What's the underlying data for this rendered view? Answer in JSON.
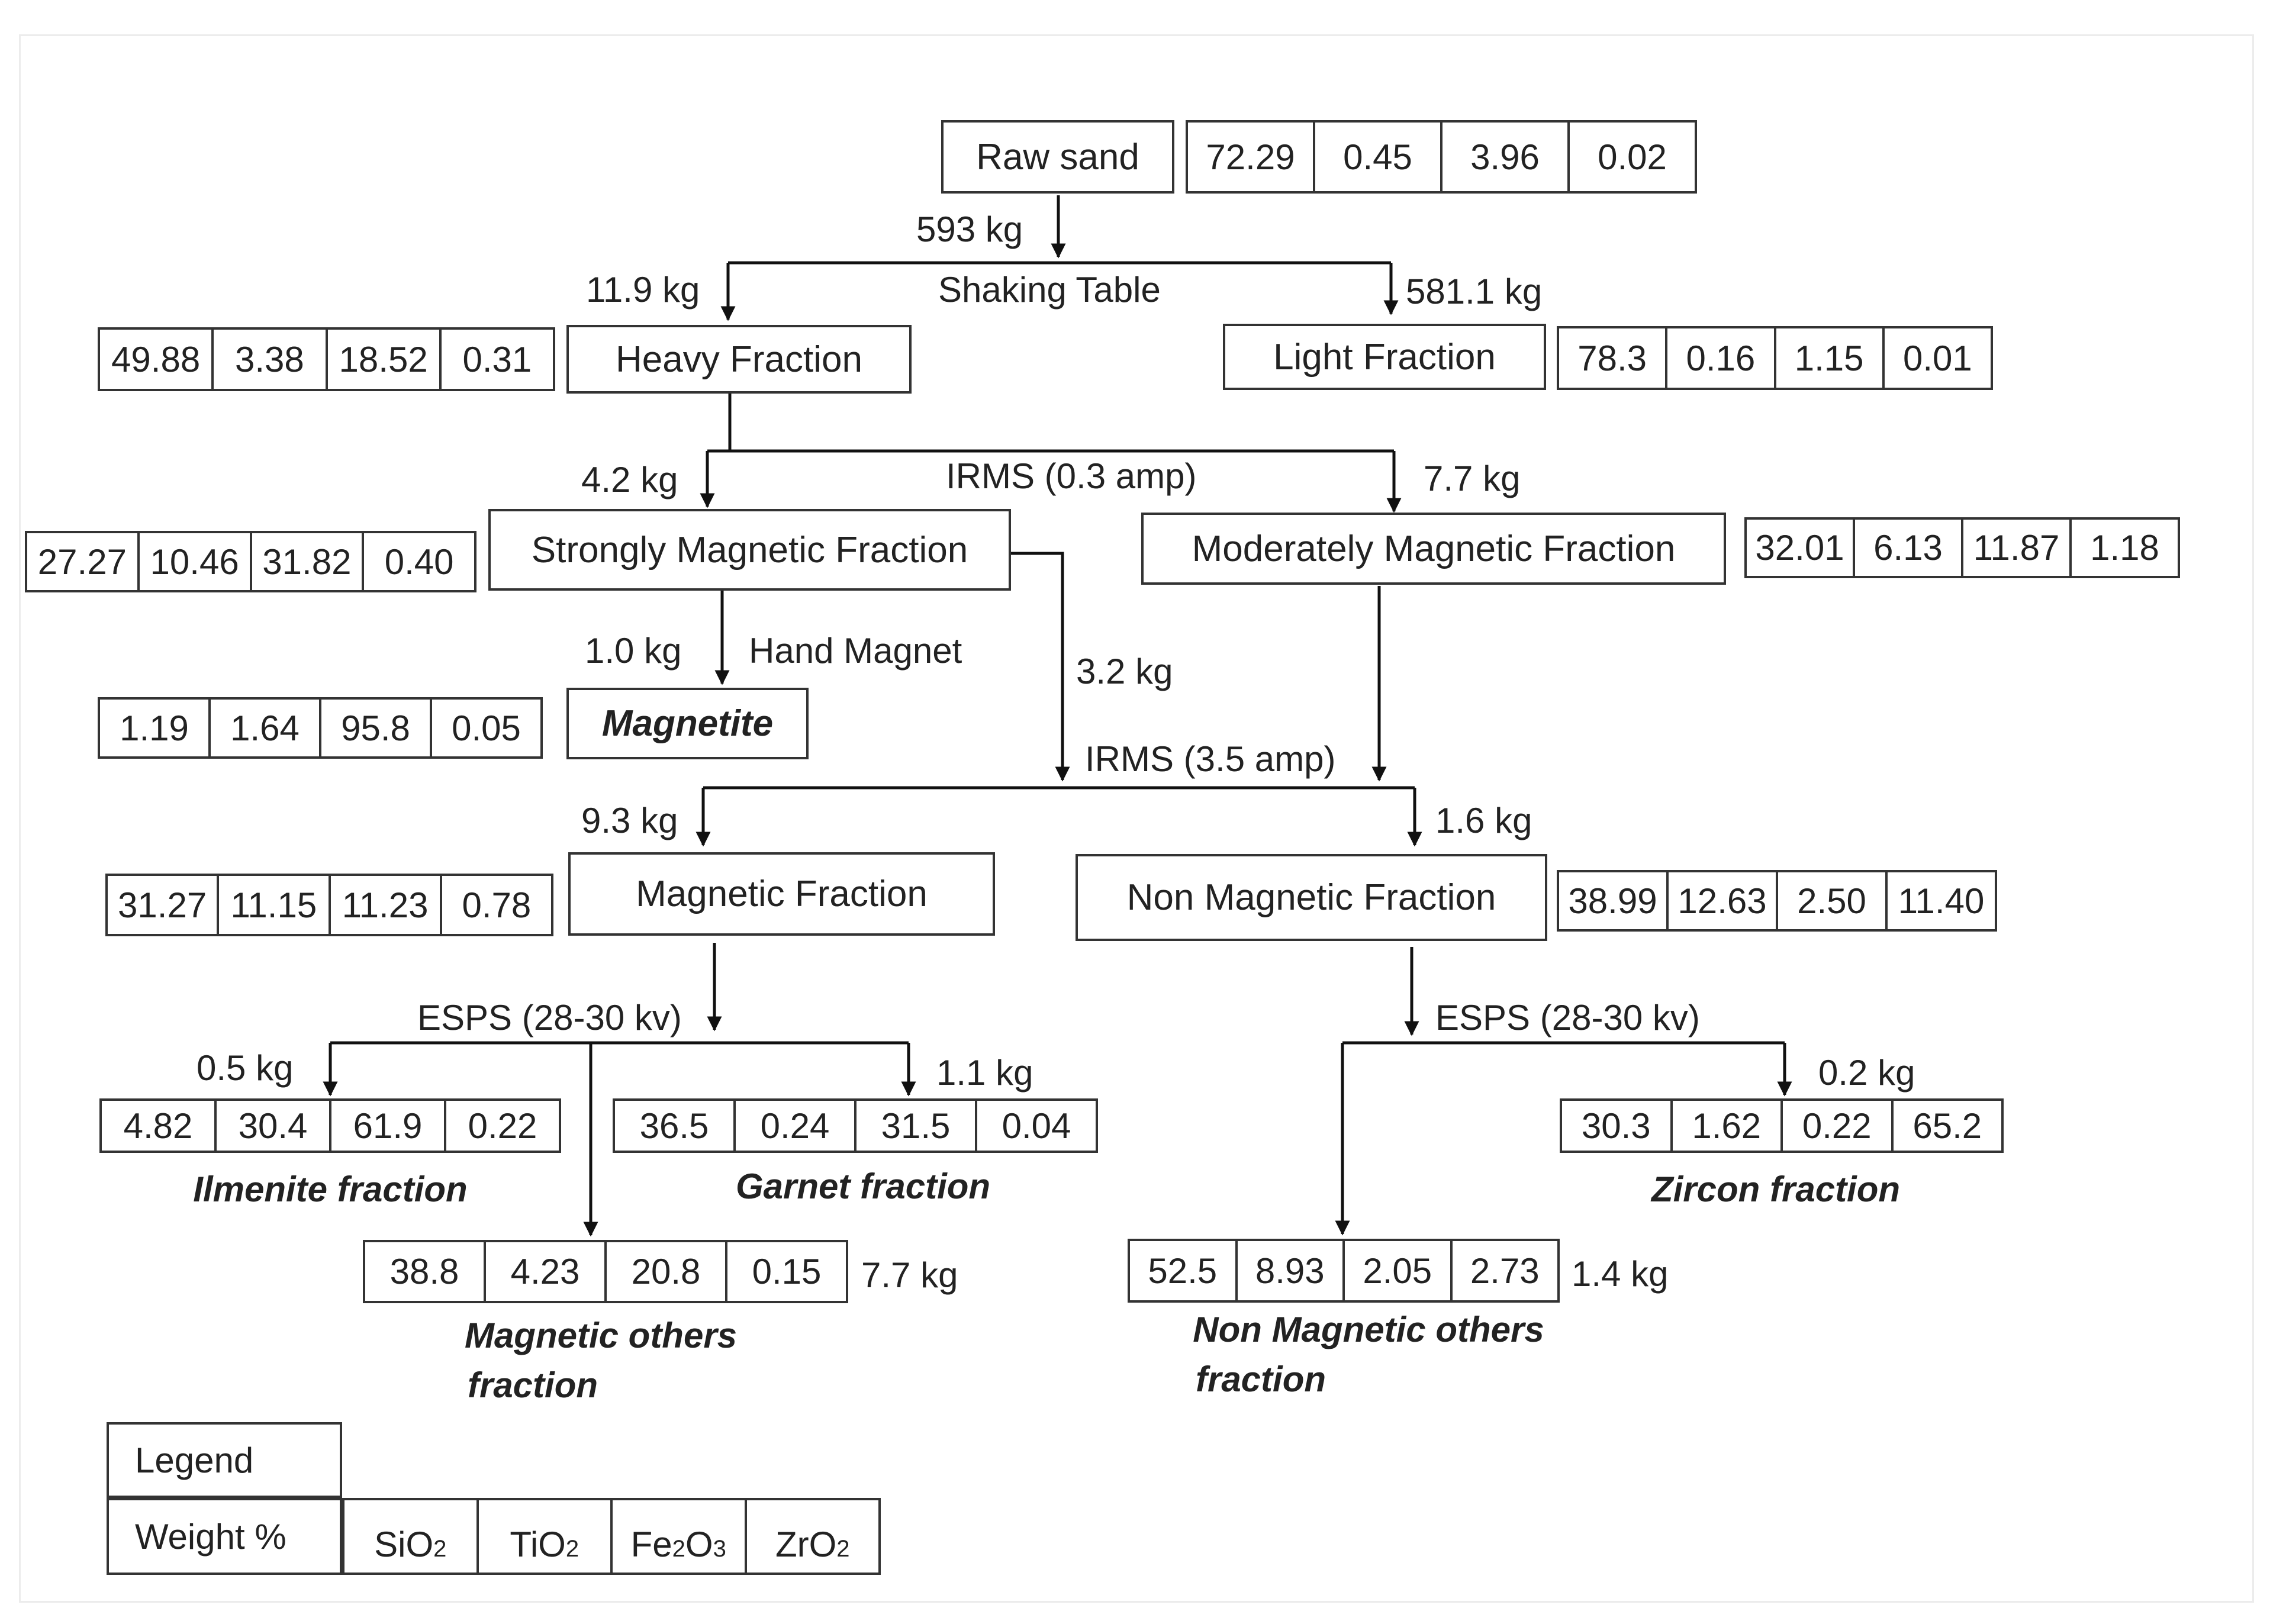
{
  "nodes": {
    "raw_sand": "Raw sand",
    "heavy_fraction": "Heavy Fraction",
    "light_fraction": "Light Fraction",
    "strongly_magnetic_fraction": "Strongly Magnetic Fraction",
    "moderately_magnetic_fraction": "Moderately Magnetic Fraction",
    "magnetite": "Magnetite",
    "magnetic_fraction": "Magnetic Fraction",
    "non_magnetic_fraction": "Non Magnetic Fraction"
  },
  "process_labels": {
    "shaking_table": "Shaking Table",
    "irms_03": "IRMS (0.3 amp)",
    "hand_magnet": "Hand Magnet",
    "irms_35": "IRMS (3.5 amp)",
    "esps_left": "ESPS (28-30 kv)",
    "esps_right": "ESPS (28-30 kv)"
  },
  "weights": {
    "raw_sand": "593 kg",
    "heavy_fraction": "11.9 kg",
    "light_fraction": "581.1 kg",
    "strongly_magnetic": "4.2 kg",
    "moderately_magnetic": "7.7 kg",
    "magnetite": "1.0 kg",
    "strongly_to_irms": "3.2 kg",
    "magnetic_fraction": "9.3 kg",
    "non_magnetic_fraction": "1.6 kg",
    "ilmenite": "0.5 kg",
    "garnet": "1.1 kg",
    "magnetic_others": "7.7 kg",
    "zircon": "0.2 kg",
    "non_magnetic_others": "1.4 kg"
  },
  "compositions": {
    "raw_sand": [
      "72.29",
      "0.45",
      "3.96",
      "0.02"
    ],
    "heavy_fraction": [
      "49.88",
      "3.38",
      "18.52",
      "0.31"
    ],
    "light_fraction": [
      "78.3",
      "0.16",
      "1.15",
      "0.01"
    ],
    "strongly_magnetic": [
      "27.27",
      "10.46",
      "31.82",
      "0.40"
    ],
    "moderately_magnetic": [
      "32.01",
      "6.13",
      "11.87",
      "1.18"
    ],
    "magnetite": [
      "1.19",
      "1.64",
      "95.8",
      "0.05"
    ],
    "magnetic_fraction": [
      "31.27",
      "11.15",
      "11.23",
      "0.78"
    ],
    "non_magnetic_fraction": [
      "38.99",
      "12.63",
      "2.50",
      "11.40"
    ],
    "ilmenite": [
      "4.82",
      "30.4",
      "61.9",
      "0.22"
    ],
    "garnet": [
      "36.5",
      "0.24",
      "31.5",
      "0.04"
    ],
    "magnetic_others": [
      "38.8",
      "4.23",
      "20.8",
      "0.15"
    ],
    "zircon": [
      "30.3",
      "1.62",
      "0.22",
      "65.2"
    ],
    "non_magnetic_others": [
      "52.5",
      "8.93",
      "2.05",
      "2.73"
    ]
  },
  "product_labels": {
    "ilmenite": "Ilmenite fraction",
    "garnet": "Garnet fraction",
    "zircon": "Zircon fraction",
    "magnetic_others_1": "Magnetic others",
    "magnetic_others_2": "fraction",
    "non_magnetic_others_1": "Non Magnetic others",
    "non_magnetic_others_2": "fraction"
  },
  "legend": {
    "title": "Legend",
    "row_label": "Weight %",
    "oxides": [
      {
        "base": "Si",
        "sub1": "",
        "mid": "O",
        "sub2": "2"
      },
      {
        "base": "Ti",
        "sub1": "",
        "mid": "O",
        "sub2": "2"
      },
      {
        "base": "Fe",
        "sub1": "2",
        "mid": "O",
        "sub2": "3"
      },
      {
        "base": "Zr",
        "sub1": "",
        "mid": "O",
        "sub2": "2"
      }
    ]
  }
}
